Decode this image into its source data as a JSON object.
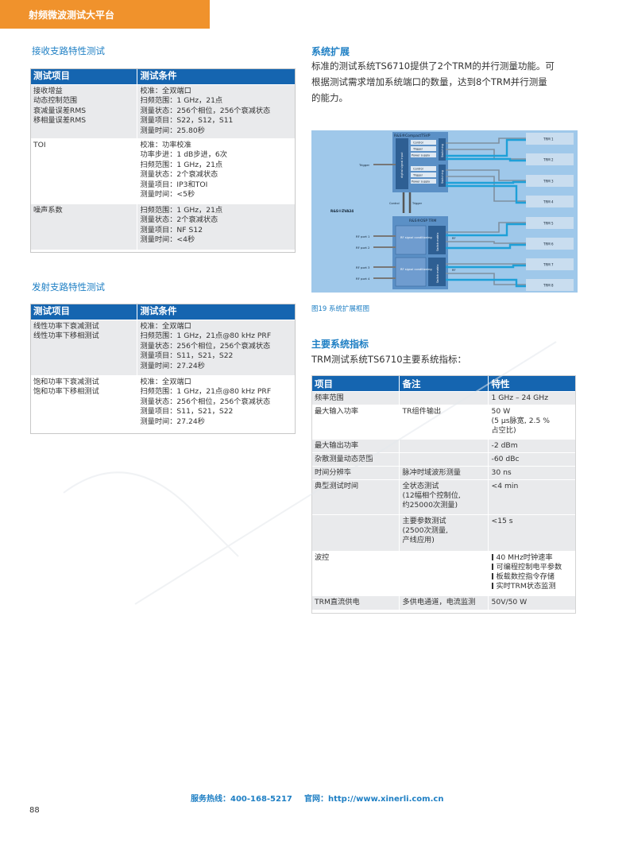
{
  "header": {
    "title": "射频微波测试大平台"
  },
  "receive": {
    "title": "接收支路特性测试",
    "col1": "测试项目",
    "col2": "测试条件",
    "rows": [
      {
        "item": [
          "接收增益",
          "动态控制范围",
          "衰减量误差RMS",
          "移相量误差RMS"
        ],
        "cond": [
          "校准：全双端口",
          "扫频范围：1 GHz，21点",
          "测量状态：256个相位，256个衰减状态",
          "测量项目：S22，S12，S11",
          "测量时间：25.80秒"
        ]
      },
      {
        "item": [
          "TOI"
        ],
        "cond": [
          "校准：功率校准",
          "功率步进：1 dB步进，6次",
          "扫频范围：1 GHz，21点",
          "测量状态：2个衰减状态",
          "测量项目：IP3和TOI",
          "测量时间：<5秒"
        ]
      },
      {
        "item": [
          "噪声系数"
        ],
        "cond": [
          "扫频范围：1 GHz，21点",
          "测量状态：2个衰减状态",
          "测量项目：NF S12",
          "测量时间：<4秒"
        ]
      }
    ]
  },
  "transmit": {
    "title": "发射支路特性测试",
    "col1": "测试项目",
    "col2": "测试条件",
    "rows": [
      {
        "item": [
          "线性功率下衰减测试",
          "线性功率下移相测试"
        ],
        "cond": [
          "校准：全双端口",
          "扫频范围：1 GHz，21点@80 kHz PRF",
          "测量状态：256个相位，256个衰减状态",
          "测量项目：S11，S21，S22",
          "测量时间：27.24秒"
        ]
      },
      {
        "item": [
          "饱和功率下衰减测试",
          "饱和功率下移相测试"
        ],
        "cond": [
          "校准：全双端口",
          "扫频范围：1 GHz，21点@80 kHz PRF",
          "测量状态：256个相位，256个衰减状态",
          "测量项目：S11，S21，S22",
          "测量时间：27.24秒"
        ]
      }
    ]
  },
  "expansion": {
    "title": "系统扩展",
    "lines": [
      "标准的测试系统TS6710提供了2个TRM的并行测量功能。可",
      "根据测试需求增加系统端口的数量，达到8个TRM并行测量",
      "的能力。"
    ],
    "caption": "图19 系统扩展框图"
  },
  "diagram": {
    "compact_title": "R&S®CompactTSVP",
    "control": "Control",
    "trigger": "Trigger",
    "power_supply": "Power supply",
    "r_digital": "digital signal input",
    "switching": "Switching",
    "trigger_left": "Trigger",
    "znb": "R&S®ZVA24",
    "control2": "Control",
    "trigger2": "Trigger",
    "osp": "R&S®OSP TRM",
    "rf_ports": [
      "RF port 1",
      "RF port 2",
      "RF port 3",
      "RF port 4"
    ],
    "rf_signal": "RF signal conditioning",
    "switch_matrix": "Switch matrix",
    "rf_label": "RF",
    "trms": [
      "TRM 1",
      "TRM 2",
      "TRM 3",
      "TRM 4",
      "TRM 5",
      "TRM 6",
      "TRM 7",
      "TRM 8"
    ]
  },
  "spec": {
    "title": "主要系统指标",
    "intro": "TRM测试系统TS6710主要系统指标：",
    "col1": "项目",
    "col2": "备注",
    "col3": "特性",
    "rows": [
      {
        "item": "频率范围",
        "note": "",
        "value": [
          "1 GHz – 24 GHz"
        ]
      },
      {
        "item": "最大输入功率",
        "note": "TR组件输出",
        "value": [
          "50 W",
          "(5 µs脉宽, 2.5 %",
          "占空比)"
        ]
      },
      {
        "item": "最大输出功率",
        "note": "",
        "value": [
          "-2 dBm"
        ]
      },
      {
        "item": "杂散测量动态范围",
        "note": "",
        "value": [
          "-60 dBc"
        ]
      },
      {
        "item": "时间分辨率",
        "note": "脉冲时域波形测量",
        "value": [
          "30 ns"
        ]
      },
      {
        "item": "典型测试时间",
        "note": [
          "全状态测试",
          "(12幅相个控制位,",
          "约25000次测量)"
        ],
        "value": [
          "<4 min"
        ]
      },
      {
        "item": "",
        "note": [
          "主要参数测试",
          "(2500次测量,",
          "产线应用)"
        ],
        "value": [
          "<15 s"
        ]
      },
      {
        "item": "波控",
        "note": "",
        "bullets": [
          "40 MHz时钟速率",
          "可编程控制电平参数",
          "板载数控指令存储",
          "实时TRM状态监测"
        ]
      },
      {
        "item": "TRM直流供电",
        "note": "多供电通道，电流监测",
        "value": [
          "50V/50 W"
        ]
      }
    ]
  },
  "footer": {
    "hotline": "服务热线：400-168-5217",
    "site": "官网：http://www.xinerli.com.cn"
  },
  "page_number": "88",
  "colors": {
    "accent": "#1e7fc4",
    "header": "#f0922c",
    "table_head": "#1565b0",
    "row_gray": "#e9eaec",
    "diagram_bg": "#9fc8ea"
  }
}
